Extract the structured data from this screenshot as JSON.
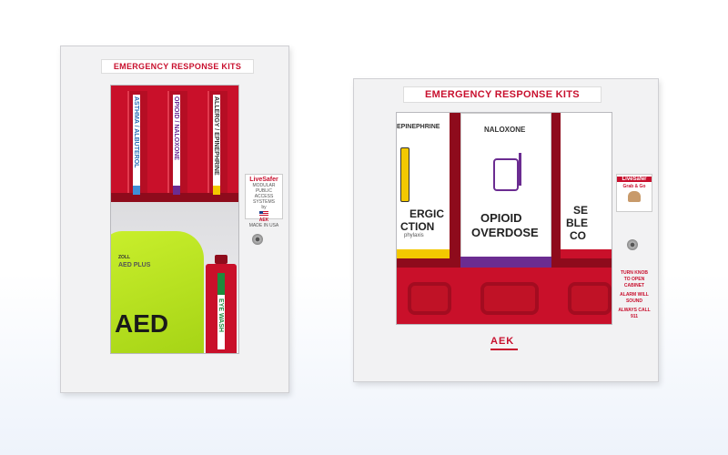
{
  "left_cabinet": {
    "title": "EMERGENCY RESPONSE KITS",
    "kits": [
      "ASTHMA / ALBUTEROL",
      "OPIOID / NALOXONE",
      "ALLERGY / EPINEPHRINE"
    ],
    "aed_brand": "ZOLL",
    "aed_model": "AED PLUS",
    "aed_label": "AED",
    "eyewash_label": "EYE WASH",
    "sticker": {
      "brand": "LiveSafer",
      "line1": "MODULAR PUBLIC",
      "line2": "ACCESS SYSTEMS",
      "line3": "by",
      "logo": "AEK",
      "line4": "MADE IN USA"
    }
  },
  "right_cabinet": {
    "title": "EMERGENCY RESPONSE KITS",
    "left_panel": {
      "top": "EPINEPHRINE",
      "mid1": "ERGIC",
      "mid2": "CTION",
      "mid3": "phylaxis"
    },
    "center_panel": {
      "top": "NALOXONE",
      "main1": "OPIOID",
      "main2": "OVERDOSE"
    },
    "right_panel": {
      "mid1": "SE",
      "mid2": "BLE",
      "mid3": "CO"
    },
    "sticker": {
      "brand": "LiveSafer",
      "line1": "Grab & Go"
    },
    "notice": {
      "line1": "TURN KNOB",
      "line2": "TO OPEN",
      "line3": "CABINET",
      "line4": "ALARM WILL",
      "line5": "SOUND",
      "line6": "ALWAYS CALL 911"
    },
    "logo": "AEK"
  },
  "colors": {
    "red": "#c9102a",
    "lime": "#b5e21b",
    "purple": "#6b2c91",
    "yellow": "#f3c800"
  }
}
